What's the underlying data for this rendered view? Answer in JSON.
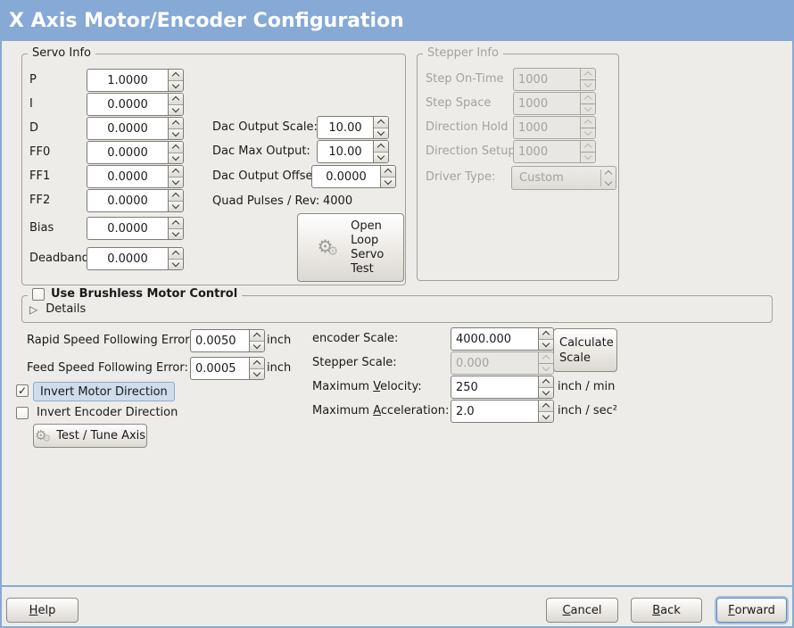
{
  "window": {
    "title": "X Axis Motor/Encoder Configuration"
  },
  "colors": {
    "titlebar": "#86a9d6",
    "window_bg": "#edece9",
    "focus_ring": "#a9c1e1",
    "selection_bg": "#cfdcec"
  },
  "icons": {
    "expander": "▷",
    "gear": "⚙",
    "check": "✓"
  },
  "servo_info": {
    "legend": "Servo Info",
    "fields": [
      {
        "label": "P",
        "value": "1.0000"
      },
      {
        "label": "I",
        "value": "0.0000"
      },
      {
        "label": "D",
        "value": "0.0000"
      },
      {
        "label": "FF0",
        "value": "0.0000"
      },
      {
        "label": "FF1",
        "value": "0.0000"
      },
      {
        "label": "FF2",
        "value": "0.0000"
      },
      {
        "label": "Bias",
        "value": "0.0000"
      },
      {
        "label": "Deadband",
        "value": "0.0000"
      }
    ]
  },
  "dac": {
    "rows": [
      {
        "label": "Dac Output Scale:",
        "value": "10.00"
      },
      {
        "label": "Dac Max Output:",
        "value": "10.00"
      },
      {
        "label": "Dac Output Offset:",
        "value": "0.0000"
      }
    ],
    "quad": {
      "label": "Quad Pulses / Rev:",
      "value": "4000"
    },
    "open_loop_lines": [
      "Open",
      "Loop",
      "Servo",
      "Test"
    ]
  },
  "stepper_info": {
    "legend": "Stepper Info",
    "fields": [
      {
        "label": "Step On-Time",
        "value": "1000"
      },
      {
        "label": "Step Space",
        "value": "1000"
      },
      {
        "label": "Direction Hold",
        "value": "1000"
      },
      {
        "label": "Direction Setup",
        "value": "1000"
      }
    ],
    "driver": {
      "label": "Driver Type:",
      "value": "Custom"
    }
  },
  "brushless": {
    "checkbox_label": "Use Brushless Motor Control",
    "checked": false,
    "details_label": "Details"
  },
  "follow": {
    "rapid_label": "Rapid Speed Following Error:",
    "rapid_value": "0.0050",
    "rapid_unit": "inch",
    "feed_label": "Feed Speed Following Error:",
    "feed_value": "0.0005",
    "feed_unit": "inch"
  },
  "motion": {
    "invert_motor_label": "Invert Motor Direction",
    "invert_motor_checked": true,
    "invert_encoder_label": "Invert Encoder Direction",
    "invert_encoder_checked": false,
    "test_tune_label": "Test / Tune Axis"
  },
  "scale": {
    "encoder_label": "encoder Scale:",
    "encoder_value": "4000.000",
    "calc_lines": [
      "Calculate",
      "Scale"
    ],
    "stepper_label": "Stepper Scale:",
    "stepper_value": "0.000",
    "velocity_label": {
      "pre": "Maximum ",
      "mnemonic": "V",
      "post": "elocity:"
    },
    "velocity_value": "250",
    "velocity_unit": "inch / min",
    "accel_label": {
      "pre": "Maximum ",
      "mnemonic": "A",
      "post": "cceleration:"
    },
    "accel_value": "2.0",
    "accel_unit": "inch / sec²"
  },
  "actions": {
    "help": {
      "pre": "",
      "mnemonic": "H",
      "post": "elp"
    },
    "cancel": {
      "pre": "",
      "mnemonic": "C",
      "post": "ancel"
    },
    "back": {
      "pre": "",
      "mnemonic": "B",
      "post": "ack"
    },
    "forward": {
      "pre": "",
      "mnemonic": "F",
      "post": "orward"
    }
  }
}
